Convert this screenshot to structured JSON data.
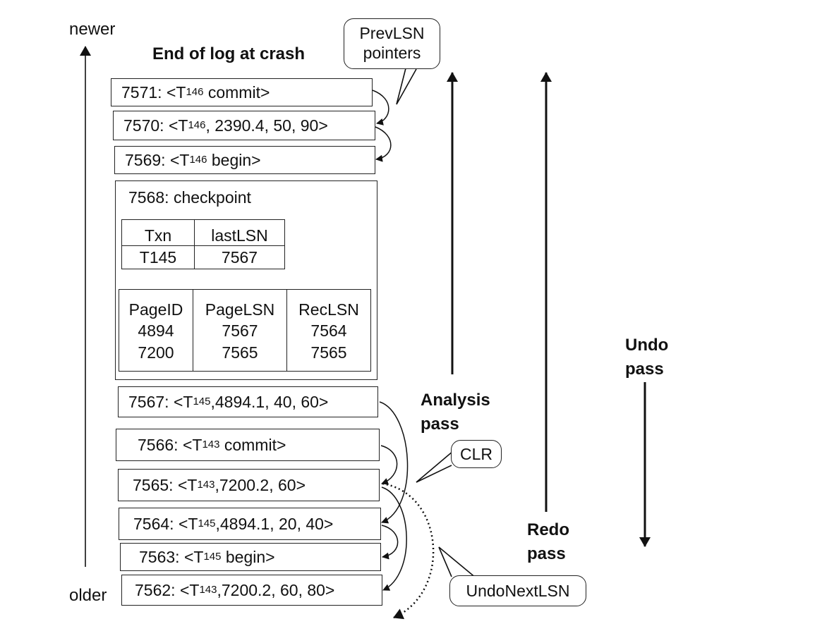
{
  "axis": {
    "newer": "newer",
    "older": "older"
  },
  "title": "End of log at crash",
  "log_records": [
    {
      "lsn": "7571",
      "pre": "<T",
      "sub": "146",
      "post": " commit>"
    },
    {
      "lsn": "7570",
      "pre": "<T",
      "sub": "146",
      "post": ", 2390.4, 50, 90>"
    },
    {
      "lsn": "7569",
      "pre": "<T",
      "sub": "146",
      "post": " begin>"
    },
    {
      "lsn": "7567",
      "pre": "<T",
      "sub": "145",
      "post": ",4894.1, 40, 60>"
    },
    {
      "lsn": "7566",
      "pre": "<T",
      "sub": "143",
      "post": " commit>"
    },
    {
      "lsn": "7565",
      "pre": "<T",
      "sub": "143",
      "post": ",7200.2, 60>"
    },
    {
      "lsn": "7564",
      "pre": "<T",
      "sub": "145",
      "post": ",4894.1, 20, 40>"
    },
    {
      "lsn": "7563",
      "pre": "<T",
      "sub": "145",
      "post": " begin>"
    },
    {
      "lsn": "7562",
      "pre": "<T",
      "sub": "143",
      "post": ",7200.2, 60, 80>"
    }
  ],
  "checkpoint": {
    "title": "7568: checkpoint",
    "txn_table": {
      "headers": [
        "Txn",
        "lastLSN"
      ],
      "rows": [
        [
          "T145",
          "7567"
        ]
      ]
    },
    "page_table": {
      "headers": [
        "PageID",
        "PageLSN",
        "RecLSN"
      ],
      "rows": [
        [
          "4894",
          "7567",
          "7564"
        ],
        [
          "7200",
          "7565",
          "7565"
        ]
      ]
    }
  },
  "callouts": {
    "prevlsn": "PrevLSN pointers",
    "clr": "CLR",
    "undonextlsn": "UndoNextLSN"
  },
  "passes": {
    "analysis": "Analysis pass",
    "redo": "Redo pass",
    "undo": "Undo pass"
  },
  "colors": {
    "ink": "#111111",
    "background": "#ffffff"
  }
}
